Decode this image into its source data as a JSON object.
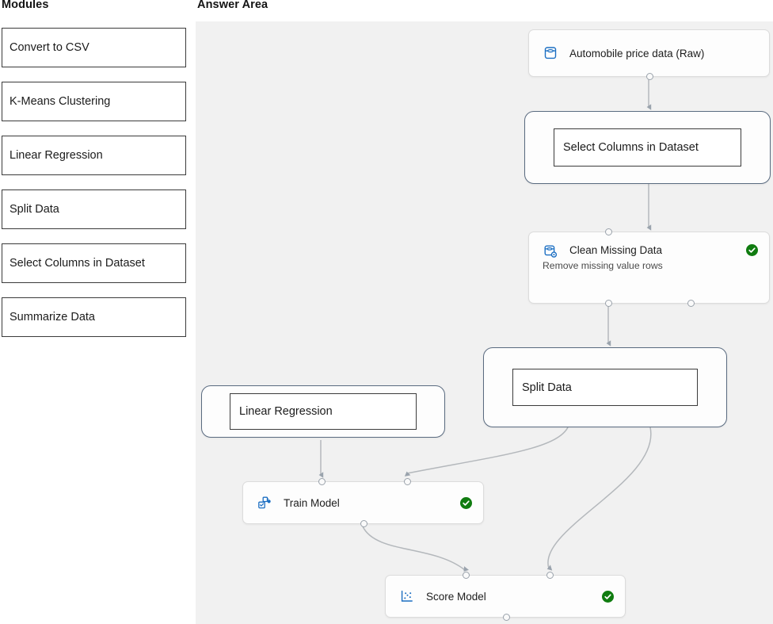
{
  "headings": {
    "modules": "Modules",
    "answer_area": "Answer Area"
  },
  "modules_palette": {
    "items": [
      {
        "label": "Convert to CSV"
      },
      {
        "label": "K-Means Clustering"
      },
      {
        "label": "Linear Regression"
      },
      {
        "label": "Split Data"
      },
      {
        "label": "Select Columns in Dataset"
      },
      {
        "label": "Summarize Data"
      }
    ]
  },
  "colors": {
    "canvas_background": "#f1f1f1",
    "slot_border": "#5a6b80",
    "card_border": "#dcdcdc",
    "icon_blue": "#1b6ec2",
    "status_green": "#107c10",
    "edge_gray": "#b4b8bc",
    "palette_border": "#3b3b3b"
  },
  "canvas": {
    "nodes": [
      {
        "id": "automobile-price-data",
        "kind": "card",
        "title": "Automobile price data (Raw)",
        "subtitle": "",
        "icon": "database-icon",
        "status": "",
        "has_status": false
      },
      {
        "id": "select-columns-in-dataset",
        "kind": "slot",
        "title": "Select Columns in Dataset",
        "subtitle": "",
        "icon": "",
        "status": "",
        "has_status": false
      },
      {
        "id": "clean-missing-data",
        "kind": "card",
        "title": "Clean Missing Data",
        "subtitle": "Remove missing value rows",
        "icon": "clean-data-icon",
        "status": "completed",
        "has_status": true
      },
      {
        "id": "split-data",
        "kind": "slot",
        "title": "Split Data",
        "subtitle": "",
        "icon": "",
        "status": "",
        "has_status": false
      },
      {
        "id": "linear-regression",
        "kind": "slot",
        "title": "Linear Regression",
        "subtitle": "",
        "icon": "",
        "status": "",
        "has_status": false
      },
      {
        "id": "train-model",
        "kind": "card",
        "title": "Train Model",
        "subtitle": "",
        "icon": "train-model-icon",
        "status": "completed",
        "has_status": true
      },
      {
        "id": "score-model",
        "kind": "card",
        "title": "Score Model",
        "subtitle": "",
        "icon": "scatter-plot-icon",
        "status": "completed",
        "has_status": true
      }
    ],
    "edges": [
      {
        "from": "automobile-price-data",
        "to": "select-columns-in-dataset"
      },
      {
        "from": "select-columns-in-dataset",
        "to": "clean-missing-data"
      },
      {
        "from": "clean-missing-data",
        "to": "split-data"
      },
      {
        "from": "split-data",
        "to": "train-model"
      },
      {
        "from": "split-data",
        "to": "score-model"
      },
      {
        "from": "linear-regression",
        "to": "train-model"
      },
      {
        "from": "train-model",
        "to": "score-model"
      }
    ]
  }
}
